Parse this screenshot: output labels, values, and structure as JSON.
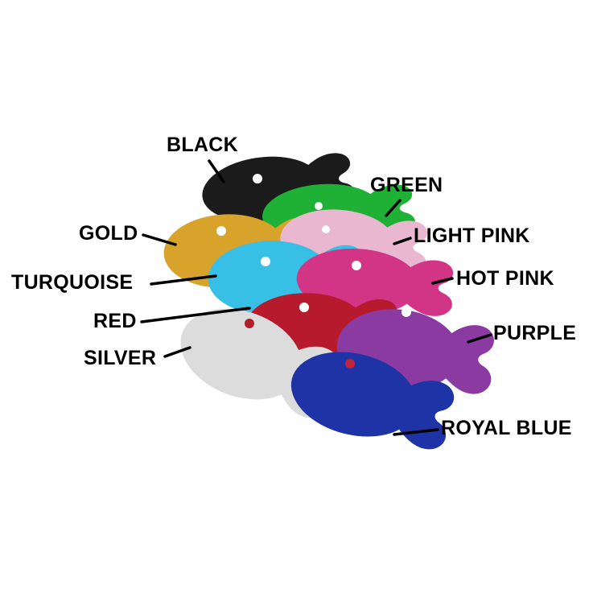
{
  "labels": {
    "black": "BLACK",
    "green": "GREEN",
    "gold": "GOLD",
    "light_pink": "LIGHT PINK",
    "turquoise": "TURQUOISE",
    "hot_pink": "HOT PINK",
    "red": "RED",
    "purple": "PURPLE",
    "silver": "SILVER",
    "royal_blue": "ROYAL BLUE"
  },
  "colors": {
    "black": "#1b1b1b",
    "green": "#1fb135",
    "gold": "#d7a32a",
    "light_pink": "#eab7d0",
    "turquoise": "#38bfe6",
    "hot_pink": "#d33586",
    "red": "#b71a2c",
    "purple": "#8a3aa0",
    "silver": "#dcdcdc",
    "royal_blue": "#1e33a6"
  }
}
